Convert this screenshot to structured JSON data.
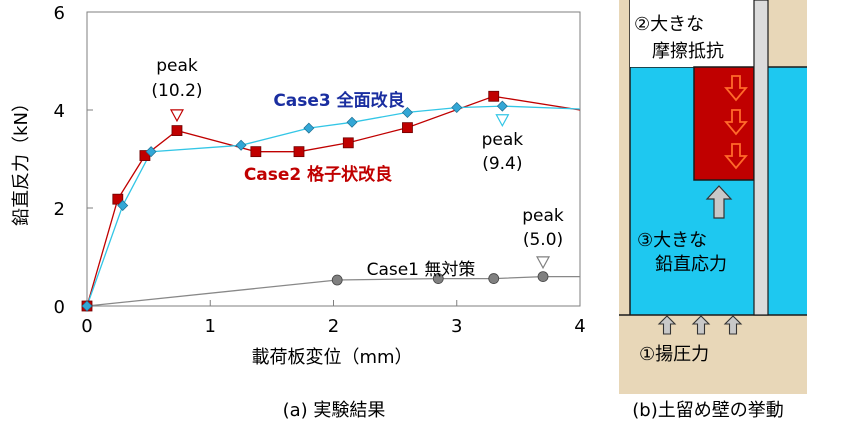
{
  "chart_data": {
    "type": "line",
    "title": "",
    "xlabel": "載荷板変位（mm）",
    "ylabel": "鉛直反力（kN）",
    "xlim": [
      0,
      4
    ],
    "ylim": [
      0,
      6
    ],
    "xticks": [
      "0",
      "1",
      "2",
      "3",
      "4"
    ],
    "yticks": [
      "0",
      "2",
      "4",
      "6"
    ],
    "grid": false,
    "series": [
      {
        "name": "Case1 無対策",
        "color": "#888888",
        "marker": "circle",
        "marker_color": "#808080",
        "points": [
          [
            0,
            0
          ],
          [
            2.03,
            0.53
          ],
          [
            2.85,
            0.56
          ],
          [
            3.3,
            0.56
          ],
          [
            3.7,
            0.6
          ],
          [
            4.0,
            0.6
          ]
        ],
        "markers": [
          [
            0,
            0
          ],
          [
            2.03,
            0.53
          ],
          [
            2.85,
            0.56
          ],
          [
            3.3,
            0.56
          ],
          [
            3.7,
            0.6
          ]
        ]
      },
      {
        "name": "Case2 格子状改良",
        "color": "#c00000",
        "marker": "square",
        "marker_color": "#c00000",
        "points": [
          [
            0,
            0
          ],
          [
            0.25,
            2.18
          ],
          [
            0.47,
            3.07
          ],
          [
            0.73,
            3.58
          ],
          [
            1.37,
            3.15
          ],
          [
            1.72,
            3.15
          ],
          [
            2.12,
            3.33
          ],
          [
            2.6,
            3.64
          ],
          [
            3.3,
            4.28
          ],
          [
            4.0,
            4.0
          ]
        ],
        "markers": [
          [
            0,
            0
          ],
          [
            0.25,
            2.18
          ],
          [
            0.47,
            3.07
          ],
          [
            0.73,
            3.58
          ],
          [
            1.37,
            3.15
          ],
          [
            1.72,
            3.15
          ],
          [
            2.12,
            3.33
          ],
          [
            2.6,
            3.64
          ],
          [
            3.3,
            4.28
          ]
        ]
      },
      {
        "name": "Case3 全面改良",
        "color": "#33c6e6",
        "marker": "diamond",
        "marker_color": "#33a7d6",
        "points": [
          [
            0,
            0
          ],
          [
            0.29,
            2.05
          ],
          [
            0.52,
            3.15
          ],
          [
            1.25,
            3.28
          ],
          [
            1.8,
            3.63
          ],
          [
            2.15,
            3.75
          ],
          [
            2.6,
            3.95
          ],
          [
            3.0,
            4.05
          ],
          [
            3.37,
            4.08
          ],
          [
            4.0,
            4.02
          ]
        ],
        "markers": [
          [
            0,
            0
          ],
          [
            0.29,
            2.05
          ],
          [
            0.52,
            3.15
          ],
          [
            1.25,
            3.28
          ],
          [
            1.8,
            3.63
          ],
          [
            2.15,
            3.75
          ],
          [
            2.6,
            3.95
          ],
          [
            3.0,
            4.05
          ],
          [
            3.37,
            4.08
          ]
        ]
      }
    ],
    "annotations": [
      {
        "text": "peak",
        "value": "(10.2)",
        "x": 0.73,
        "y": 3.88,
        "marker_color": "#c00000"
      },
      {
        "text": "peak",
        "value": "(9.4)",
        "x": 3.37,
        "y": 3.78,
        "marker_color": "#33c6e6"
      },
      {
        "text": "peak",
        "value": "(5.0)",
        "x": 3.7,
        "y": 0.88,
        "marker_color": "#808080"
      }
    ],
    "legend": [
      {
        "text": "Case3 全面改良",
        "color": "#1a2ea0"
      },
      {
        "text": "Case2 格子状改良",
        "color": "#c00000"
      },
      {
        "text": "Case1 無対策",
        "color": "#000000"
      }
    ]
  },
  "captions": {
    "left": "(a) 実験結果",
    "right": "(b)土留め壁の挙動"
  },
  "diagram": {
    "label_friction": [
      "②大きな",
      "摩擦抵抗"
    ],
    "label_vertical": [
      "③大きな",
      "鉛直応力"
    ],
    "label_uplift": "①揚圧力",
    "colors": {
      "ground": "#e8d7b8",
      "improved_soil": "#1ec8f0",
      "wall_block": "#c00000",
      "wall": "#dcdcdc",
      "arrow_down": "#ff6a2a",
      "arrow_up": "#c8c8c8"
    }
  }
}
